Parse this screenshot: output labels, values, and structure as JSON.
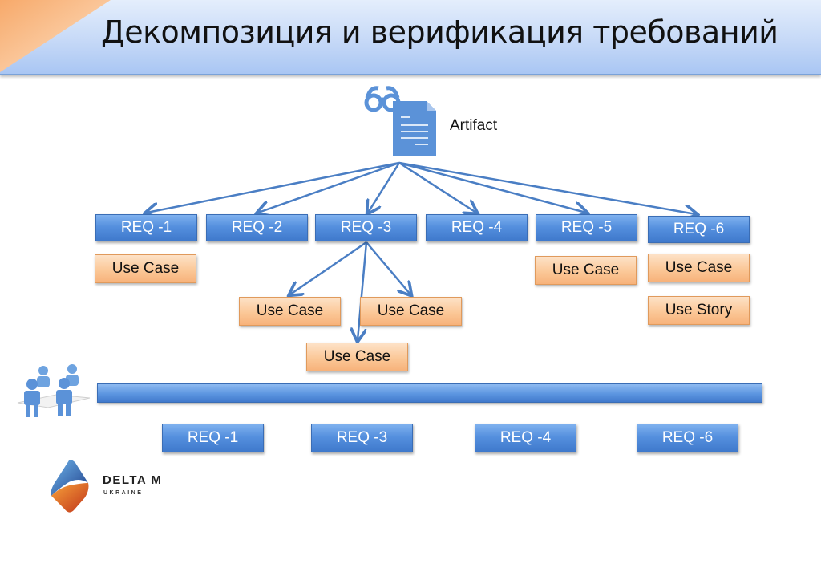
{
  "slide": {
    "title": "Декомпозиция и верификация требований"
  },
  "artifact": {
    "icon": "document-with-glasses-icon",
    "label": "Artifact"
  },
  "requirements": [
    {
      "label": "REQ -1"
    },
    {
      "label": "REQ -2"
    },
    {
      "label": "REQ -3"
    },
    {
      "label": "REQ -4"
    },
    {
      "label": "REQ -5"
    },
    {
      "label": "REQ -6"
    }
  ],
  "artifacts_below": {
    "req1": [
      "Use Case"
    ],
    "req3": [
      "Use Case",
      "Use Case",
      "Use Case"
    ],
    "req5": [
      "Use Case"
    ],
    "req6": [
      "Use Case",
      "Use Story"
    ]
  },
  "team": {
    "icon": "team-meeting-icon"
  },
  "verified_requirements": [
    {
      "label": "REQ -1"
    },
    {
      "label": "REQ -3"
    },
    {
      "label": "REQ -4"
    },
    {
      "label": "REQ -6"
    }
  ],
  "logo": {
    "name": "DELTA M",
    "subtitle": "UKRAINE"
  },
  "colors": {
    "req_blue": "#4f88d8",
    "use_case_orange": "#fbc898",
    "arrow_blue": "#4a7ec4",
    "header_blue": "#c6d9f7",
    "corner_orange": "#f9b67e"
  }
}
